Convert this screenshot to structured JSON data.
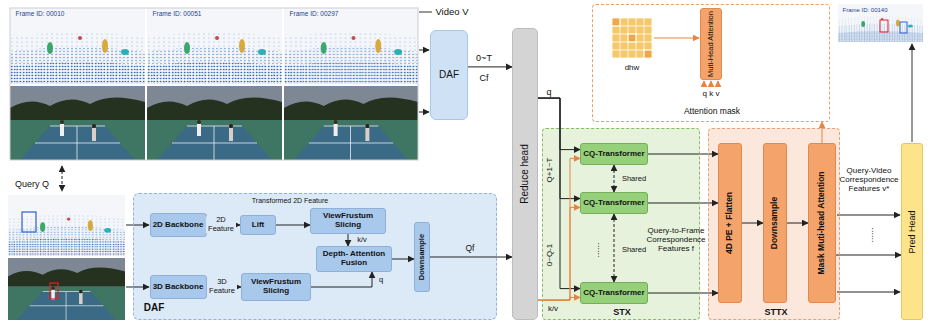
{
  "diagram": {
    "nodes": [
      {
        "text": [
          "DAF"
        ]
      },
      {
        "text": [
          "Reduce head"
        ]
      },
      {
        "text": [
          "DAF"
        ]
      },
      {
        "text": [
          "2D Backbone"
        ],
        "in": 2
      },
      {
        "text": [
          "Lift"
        ],
        "in": 2
      },
      {
        "text": [
          "ViewFrustum Slicing"
        ],
        "in": 2
      },
      {
        "text": [
          "3D Backbone"
        ],
        "in": 2
      },
      {
        "text": [
          "ViewFrustum Slicing"
        ],
        "in": 2
      },
      {
        "text": [
          "Depth- Attention Fusion"
        ],
        "in": 2
      },
      {
        "text": [
          "Downsample"
        ],
        "in": 2
      },
      {
        "text": [
          "STX"
        ]
      },
      {
        "text": [
          "CQ-Transformer"
        ],
        "in": 10
      },
      {
        "text": [
          "CQ-Transformer"
        ],
        "in": 10
      },
      {
        "text": [
          "CQ-Transformer"
        ],
        "in": 10
      },
      {
        "text": [
          "STTX"
        ]
      },
      {
        "text": [
          "4D PE + Flatten"
        ],
        "in": 14
      },
      {
        "text": [
          "Downsample"
        ],
        "in": 14
      },
      {
        "text": [
          "Mask Muti-head Attention"
        ],
        "in": 14
      },
      {
        "text": [
          "Pred Head"
        ]
      },
      {
        "text": [
          "Attention mask"
        ]
      },
      {
        "text": [
          "Muti-Head Attention"
        ],
        "in": 19
      }
    ],
    "edges": [
      {
        "from": 0,
        "to": 1,
        "arrow": "to",
        "label": "0~T"
      },
      {
        "from": 3,
        "to": 4,
        "arrow": "to",
        "label": "2D Feature"
      },
      {
        "from": 4,
        "to": 5,
        "arrow": "to",
        "label": "Transformed 2D Feature"
      },
      {
        "from": 6,
        "to": 7,
        "arrow": "to",
        "label": "3D Feature"
      },
      {
        "from": 5,
        "to": 8,
        "arrow": "to",
        "label": "k/v"
      },
      {
        "from": 7,
        "to": 8,
        "arrow": "to",
        "label": "q"
      },
      {
        "from": 8,
        "to": 9,
        "arrow": "to"
      },
      {
        "from": 9,
        "to": 1,
        "arrow": "to",
        "label": "Qf"
      },
      {
        "from": 1,
        "to": 11,
        "arrow": "to",
        "label": "q"
      },
      {
        "from": 1,
        "to": 12,
        "arrow": "to"
      },
      {
        "from": 1,
        "to": 13,
        "arrow": "to"
      },
      {
        "from": 1,
        "to": 11,
        "arrow": "to",
        "label": "k/v"
      },
      {
        "from": 1,
        "to": 12,
        "arrow": "to"
      },
      {
        "from": 1,
        "to": 13,
        "arrow": "to"
      },
      {
        "from": 11,
        "to": 12,
        "arrow": "both",
        "label": "Shared"
      },
      {
        "from": 12,
        "to": 13,
        "arrow": "both",
        "label": "Shared"
      },
      {
        "from": 11,
        "to": 15,
        "arrow": "to"
      },
      {
        "from": 12,
        "to": 15,
        "arrow": "to"
      },
      {
        "from": 13,
        "to": 15,
        "arrow": "to"
      },
      {
        "from": 15,
        "to": 16,
        "arrow": "to"
      },
      {
        "from": 16,
        "to": 17,
        "arrow": "to"
      },
      {
        "from": 17,
        "to": 18,
        "arrow": "to"
      },
      {
        "from": 17,
        "to": 19,
        "arrow": "to"
      }
    ],
    "labels": [
      "Video V",
      "Frame ID: 00010",
      "Frame ID: 00051",
      "Frame ID: 00297",
      "Query Q",
      "Cf",
      "Q+1~T",
      "0~Q-1",
      "......",
      "Query-to-Frame Correspondence Features f",
      "Query-Video Correspondence Features v*",
      "......",
      "dhw",
      "q k v",
      "Frame ID: 00140"
    ]
  }
}
